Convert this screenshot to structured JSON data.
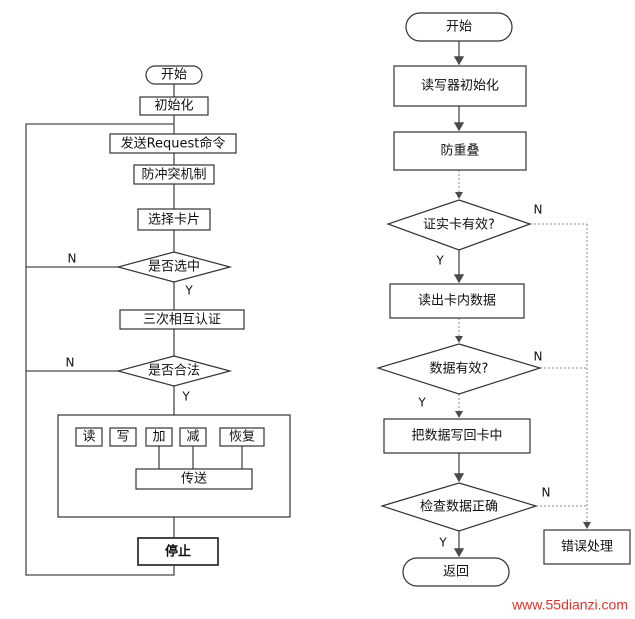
{
  "left": {
    "start": "开始",
    "init": "初始化",
    "send_request": "发送Request命令",
    "anticollision": "防冲突机制",
    "select_card": "选择卡片",
    "is_selected": "是否选中",
    "mutual_auth": "三次相互认证",
    "is_legal": "是否合法",
    "ops": [
      "读",
      "写",
      "加",
      "减",
      "恢复"
    ],
    "transfer": "传送",
    "stop": "停止",
    "n_label": "N",
    "y_label": "Y"
  },
  "right": {
    "start": "开始",
    "reader_init": "读写器初始化",
    "anti_overlap": "防重叠",
    "card_valid": "证实卡有效?",
    "read_data": "读出卡内数据",
    "data_valid": "数据有效?",
    "write_back": "把数据写回卡中",
    "check_data": "检查数据正确",
    "error_handling": "错误处理",
    "return": "返回",
    "n_label": "N",
    "y_label": "Y"
  },
  "watermark": "www.55dianzi.com",
  "colors": {
    "watermark": "#e0302a",
    "line": "#4a4a4a"
  }
}
